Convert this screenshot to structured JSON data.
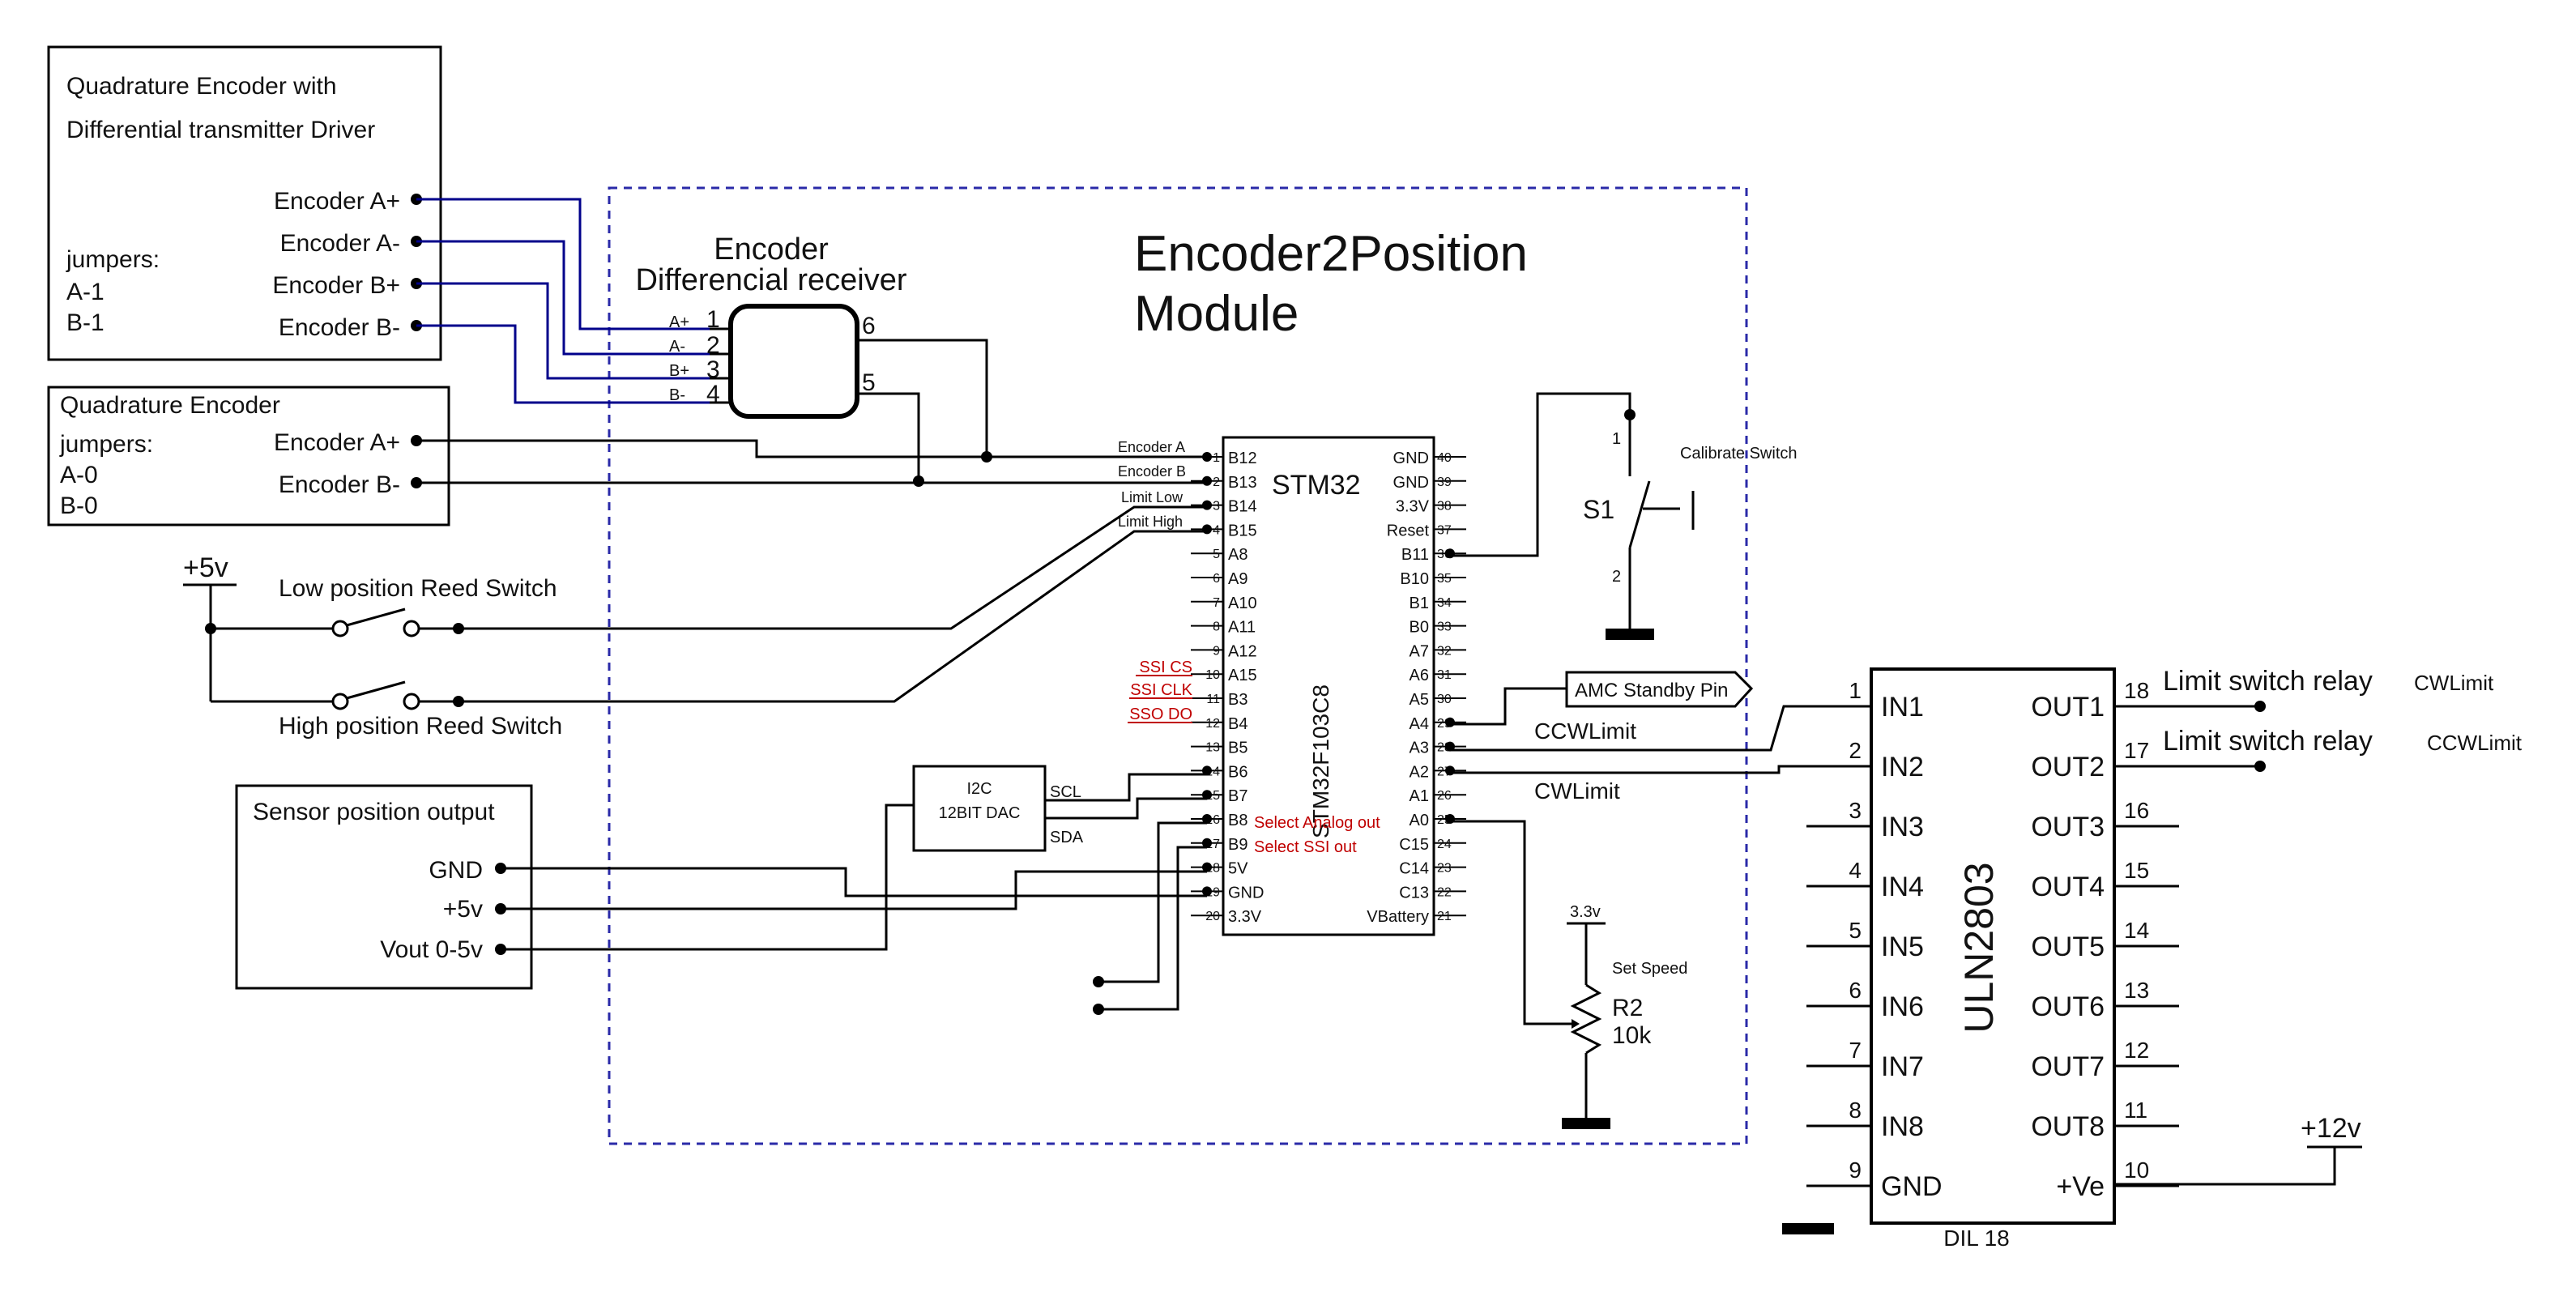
{
  "module": {
    "title1": "Encoder2Position",
    "title2": "Module"
  },
  "enc1": {
    "title1": "Quadrature Encoder with",
    "title2": "Differential transmitter Driver",
    "jumpers": [
      "jumpers:",
      "A-1",
      "B-1"
    ],
    "pins": [
      "Encoder A+",
      "Encoder A-",
      "Encoder B+",
      "Encoder B-"
    ]
  },
  "enc2": {
    "title": "Quadrature Encoder",
    "jumpers": [
      "jumpers:",
      "A-0",
      "B-0"
    ],
    "pins": [
      "Encoder A+",
      "Encoder B-"
    ]
  },
  "receiver": {
    "title1": "Encoder",
    "title2": "Differencial receiver",
    "in_labels": [
      "A+",
      "A-",
      "B+",
      "B-"
    ],
    "in_nums": [
      "1",
      "2",
      "3",
      "4"
    ],
    "out_nums": [
      "6",
      "5"
    ]
  },
  "reed": {
    "supply": "+5v",
    "low": "Low position Reed Switch",
    "high": "High position Reed Switch"
  },
  "sensor": {
    "title": "Sensor position output",
    "pins": [
      "GND",
      "+5v",
      "Vout 0-5v"
    ]
  },
  "dac": {
    "title1": "I2C",
    "title2": "12BIT DAC",
    "scl": "SCL",
    "sda": "SDA"
  },
  "stm32": {
    "name": "STM32",
    "part": "STM32F103C8",
    "left_pins": [
      "B12",
      "B13",
      "B14",
      "B15",
      "A8",
      "A9",
      "A10",
      "A11",
      "A12",
      "A15",
      "B3",
      "B4",
      "B5",
      "B6",
      "B7",
      "B8",
      "B9",
      "5V",
      "GND",
      "3.3V"
    ],
    "left_nums": [
      "1",
      "2",
      "3",
      "4",
      "5",
      "6",
      "7",
      "8",
      "9",
      "10",
      "11",
      "12",
      "13",
      "14",
      "15",
      "16",
      "17",
      "18",
      "19",
      "20"
    ],
    "right_pins": [
      "GND",
      "GND",
      "3.3V",
      "Reset",
      "B11",
      "B10",
      "B1",
      "B0",
      "A7",
      "A6",
      "A5",
      "A4",
      "A3",
      "A2",
      "A1",
      "A0",
      "C15",
      "C14",
      "C13",
      "VBattery"
    ],
    "right_nums": [
      "40",
      "39",
      "38",
      "37",
      "36",
      "35",
      "34",
      "33",
      "32",
      "31",
      "30",
      "29",
      "28",
      "27",
      "26",
      "25",
      "24",
      "23",
      "22",
      "21"
    ],
    "net_labels": [
      "Encoder A",
      "Encoder B",
      "Limit Low",
      "Limit High"
    ],
    "ssi_labels": [
      "SSI CS",
      "SSI CLK",
      "SSO DO"
    ],
    "select_labels": [
      "Select Analog out",
      "Select SSI out"
    ]
  },
  "switch": {
    "name": "S1",
    "label": "Calibrate Switch",
    "pin1": "1",
    "pin2": "2"
  },
  "amc": {
    "label": "AMC Standby Pin"
  },
  "nets": {
    "ccw": "CCWLimit",
    "cw": "CWLimit"
  },
  "pot": {
    "supply": "3.3v",
    "label": "Set Speed",
    "name": "R2",
    "value": "10k"
  },
  "uln": {
    "name": "ULN2803",
    "package": "DIL 18",
    "left_pins": [
      "IN1",
      "IN2",
      "IN3",
      "IN4",
      "IN5",
      "IN6",
      "IN7",
      "IN8",
      "GND"
    ],
    "left_nums": [
      "1",
      "2",
      "3",
      "4",
      "5",
      "6",
      "7",
      "8",
      "9"
    ],
    "right_pins": [
      "OUT1",
      "OUT2",
      "OUT3",
      "OUT4",
      "OUT5",
      "OUT6",
      "OUT7",
      "OUT8",
      "+Ve"
    ],
    "right_nums": [
      "18",
      "17",
      "16",
      "15",
      "14",
      "13",
      "12",
      "11",
      "10"
    ]
  },
  "relays": [
    {
      "label": "Limit switch relay",
      "net": "CWLimit"
    },
    {
      "label": "Limit switch relay",
      "net": "CCWLimit"
    }
  ],
  "supply12": "+12v",
  "colors": {
    "wire": "#000000",
    "encoder_wire": "#00008b",
    "module_border": "#2a2aa8",
    "note": "#c00000"
  }
}
